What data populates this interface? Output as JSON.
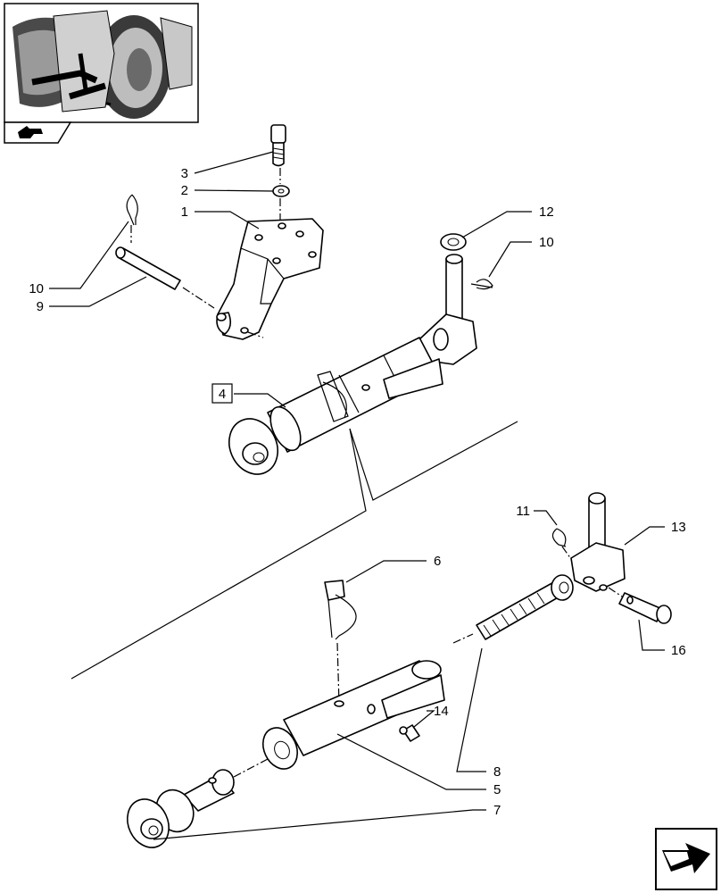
{
  "callouts": [
    {
      "id": "c1",
      "label": "1"
    },
    {
      "id": "c2",
      "label": "2"
    },
    {
      "id": "c3",
      "label": "3"
    },
    {
      "id": "c4",
      "label": "4",
      "boxed": true
    },
    {
      "id": "c5",
      "label": "5"
    },
    {
      "id": "c6",
      "label": "6"
    },
    {
      "id": "c7",
      "label": "7"
    },
    {
      "id": "c8",
      "label": "8"
    },
    {
      "id": "c9",
      "label": "9"
    },
    {
      "id": "c10a",
      "label": "10"
    },
    {
      "id": "c10b",
      "label": "10"
    },
    {
      "id": "c11",
      "label": "11"
    },
    {
      "id": "c12",
      "label": "12"
    },
    {
      "id": "c13",
      "label": "13"
    },
    {
      "id": "c14",
      "label": "14"
    },
    {
      "id": "c16",
      "label": "16"
    }
  ],
  "icons": {
    "thumbnail": "tractor-rear-thumbnail",
    "section_marker": "arrow-section-icon",
    "navigation": "next-page-arrow-icon"
  }
}
